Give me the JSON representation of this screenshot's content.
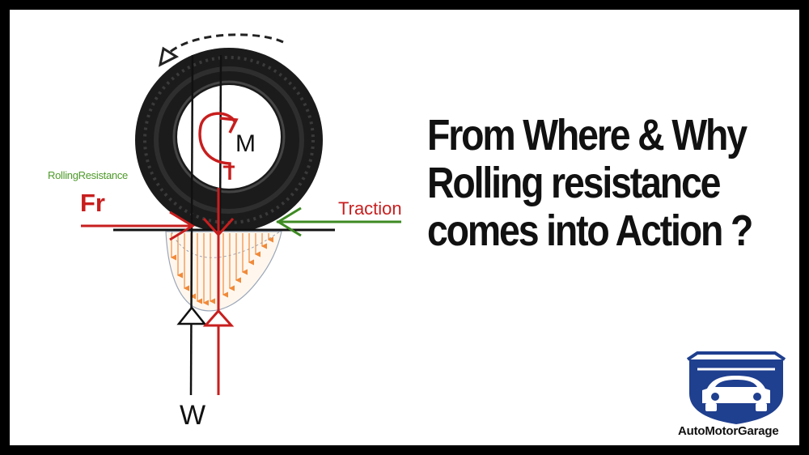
{
  "headline": {
    "line1": "From Where & Why",
    "line2": "Rolling resistance",
    "line3": "comes into Action ?"
  },
  "diagram": {
    "rolling_resistance_label": "RollingResistance",
    "fr_label": "Fr",
    "traction_label": "Traction",
    "moment_label": "M",
    "weight_label": "W"
  },
  "brand": {
    "name": "AutoMotorGarage"
  },
  "colors": {
    "frame": "#000000",
    "background": "#ffffff",
    "force_red": "#c81e1e",
    "traction_green": "#3d8a22",
    "pressure_orange": "#f08a3a",
    "brand_blue": "#1f3f8f",
    "text_dark": "#111111"
  },
  "icons": [
    "tire-icon",
    "rotation-arrow-icon",
    "moment-arrow-icon",
    "car-shield-logo-icon"
  ]
}
